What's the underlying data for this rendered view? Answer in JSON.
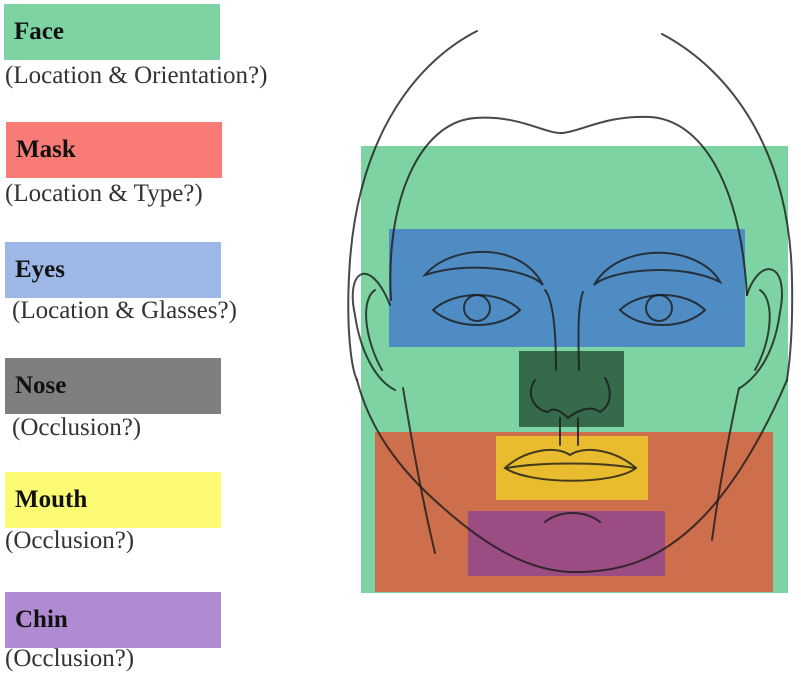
{
  "legend": [
    {
      "label": "Face",
      "description": "(Location & Orientation?)",
      "color": "#7dd4a2"
    },
    {
      "label": "Mask",
      "description": "(Location & Type?)",
      "color": "#f97b76"
    },
    {
      "label": "Eyes",
      "description": "(Location & Glasses?)",
      "color": "#9db7e6"
    },
    {
      "label": "Nose",
      "description": "(Occlusion?)",
      "color": "#7f7f7f"
    },
    {
      "label": "Mouth",
      "description": "(Occlusion?)",
      "color": "#fdfb74"
    },
    {
      "label": "Chin",
      "description": "(Occlusion?)",
      "color": "#b08bd2"
    }
  ],
  "regions": {
    "face": {
      "color": "#7dd4a2"
    },
    "mask": {
      "color": "#cd6e4c"
    },
    "eyes": {
      "color": "#4f8cc3"
    },
    "nose": {
      "color": "#356a4a"
    },
    "mouth": {
      "color": "#e8bc2e"
    },
    "chin": {
      "color": "#9b4c82"
    }
  }
}
